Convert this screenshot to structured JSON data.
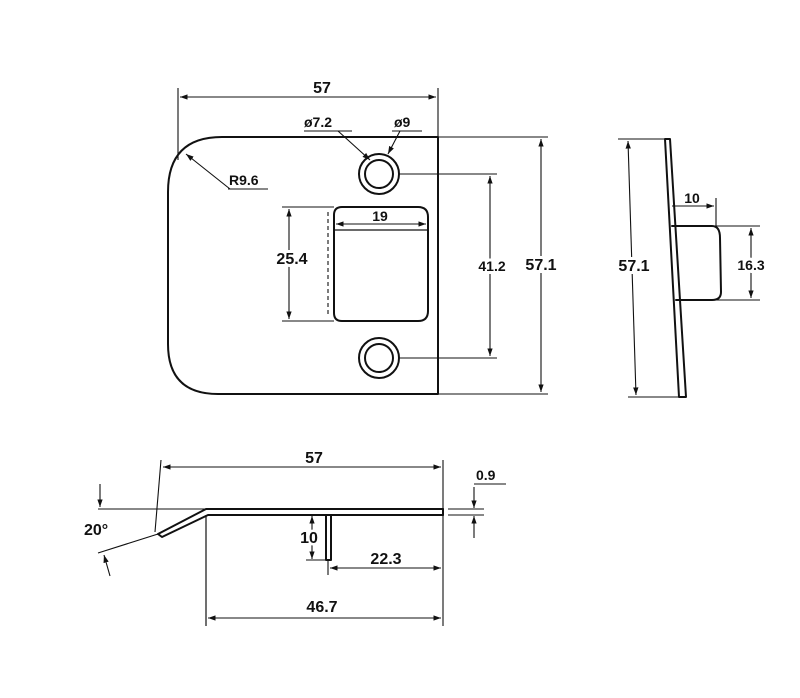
{
  "drawing": {
    "front_view": {
      "width": "57",
      "height": "57.1",
      "hole_spacing": "41.2",
      "opening_height": "25.4",
      "opening_width": "19",
      "small_hole": "ø7.2",
      "large_hole": "ø9",
      "corner_radius": "R9.6"
    },
    "side_view": {
      "height": "57.1",
      "tab_projection": "10",
      "tab_height": "16.3"
    },
    "bottom_view": {
      "overall_width": "57",
      "thickness": "0.9",
      "lip_angle": "20°",
      "tab_depth": "10",
      "tab_offset": "22.3",
      "flat_length": "46.7"
    }
  }
}
